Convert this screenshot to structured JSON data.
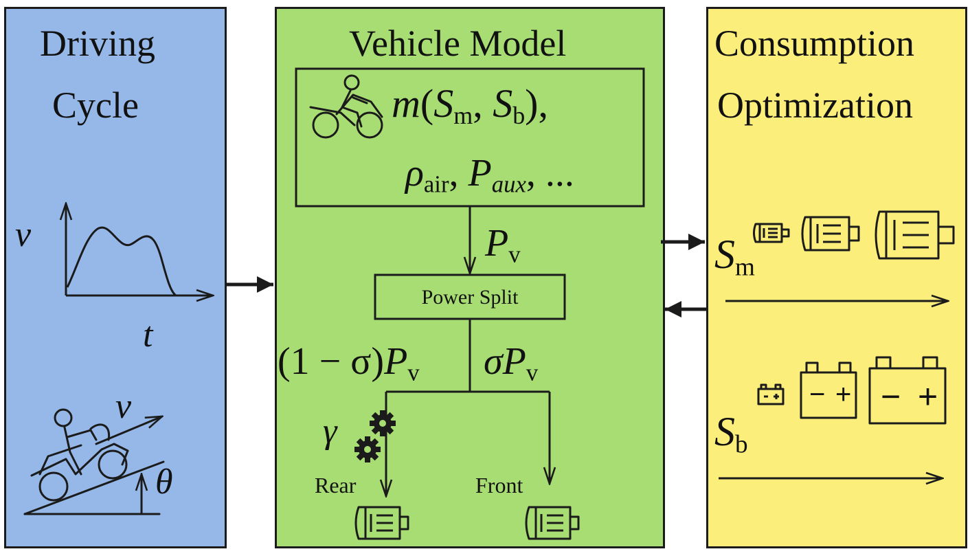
{
  "panels": {
    "driving": {
      "title_line1": "Driving",
      "title_line2": "Cycle"
    },
    "vehicle": {
      "title": "Vehicle Model"
    },
    "optimization": {
      "title_line1": "Consumption",
      "title_line2": "Optimization"
    }
  },
  "driving": {
    "speed_axis": "v",
    "time_axis": "t",
    "slope_speed": "v",
    "slope_angle": "θ"
  },
  "vehicle": {
    "params": {
      "mass_fn": "m",
      "paren_open": "(",
      "S": "S",
      "motor_sub": "m",
      "comma": ",",
      "battery_sub": "b",
      "paren_close": "),",
      "rho": "ρ",
      "air_sub": "air",
      "P": "P",
      "aux_sub": "aux",
      "ellipsis": ", ..."
    },
    "pv_symbol": "P",
    "pv_sub": "v",
    "power_split": "Power Split",
    "left_share": {
      "prefix": "(1 − σ)",
      "P": "P",
      "sub": "v"
    },
    "right_share": {
      "sigma": "σ",
      "P": "P",
      "sub": "v"
    },
    "gear_ratio": "γ",
    "rear": "Rear",
    "front": "Front"
  },
  "optimization": {
    "motor_size": {
      "symbol": "S",
      "sub": "m"
    },
    "battery_size": {
      "symbol": "S",
      "sub": "b"
    },
    "battery_minus": "−",
    "battery_plus": "+"
  },
  "colors": {
    "driving_bg": "#95b8e8",
    "vehicle_bg": "#a7dd73",
    "optimization_bg": "#fbee7a",
    "stroke": "#1b1b1b"
  },
  "icons": [
    "motorcycle-icon",
    "atv-icon",
    "gear-icon",
    "electric-motor-icon",
    "battery-icon",
    "arrow-icon"
  ]
}
